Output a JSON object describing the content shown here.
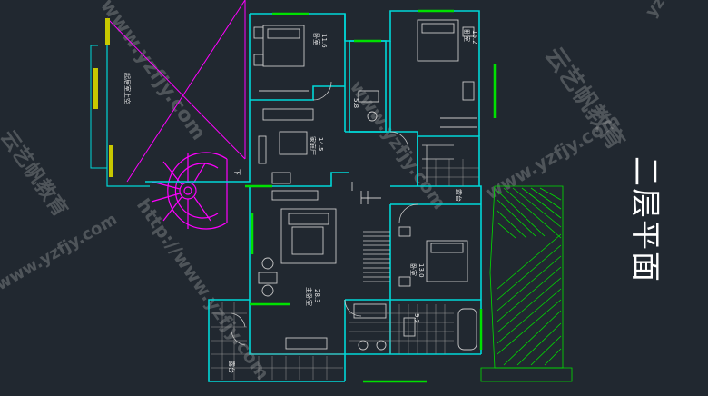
{
  "drawing_title": "二层平面",
  "rooms": [
    {
      "name": "起居室上空",
      "area": ""
    },
    {
      "name": "卧室",
      "area": "11.6"
    },
    {
      "name": "卧室",
      "area": "16.2"
    },
    {
      "name": "",
      "area": "5.8"
    },
    {
      "name": "家庭厅",
      "area": "14.5"
    },
    {
      "name": "露台",
      "area": ""
    },
    {
      "name": "主卧室",
      "area": "28.3"
    },
    {
      "name": "卧室",
      "area": "13.0"
    },
    {
      "name": "",
      "area": "9.2"
    },
    {
      "name": "露台",
      "area": ""
    }
  ],
  "stair_mark": "下",
  "watermarks": [
    "云艺帆教育",
    "www.yzfjy.com",
    "http://www.yzfjy.com",
    "yzfjy.com"
  ],
  "colors": {
    "background": "#212830",
    "wall": "#00d7d7",
    "furniture": "#c9c9c9",
    "window": "#c8c800",
    "stair": "#ff00ff",
    "roof": "#00e000",
    "title": "#ffffff"
  }
}
